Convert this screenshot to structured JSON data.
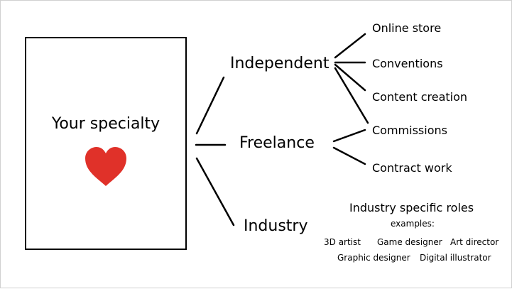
{
  "specialty": {
    "label": "Your specialty",
    "icon": "heart-icon",
    "icon_color": "#e03129"
  },
  "branches": {
    "independent": "Independent",
    "freelance": "Freelance",
    "industry": "Industry"
  },
  "independent_items": [
    "Online store",
    "Conventions",
    "Content creation"
  ],
  "freelance_items": [
    "Commissions",
    "Contract work"
  ],
  "industry_roles": {
    "title": "Industry specific roles",
    "subtitle": "examples:",
    "row1": [
      "3D artist",
      "Game designer",
      "Art director"
    ],
    "row2": [
      "Graphic designer",
      "Digital illustrator"
    ]
  }
}
